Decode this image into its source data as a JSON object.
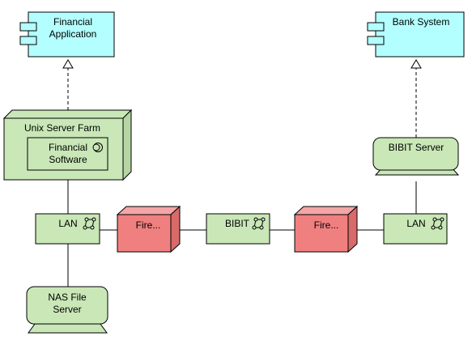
{
  "nodes": {
    "financial_application": {
      "line1": "Financial",
      "line2": "Application"
    },
    "bank_system": {
      "label": "Bank System"
    },
    "unix_server_farm": {
      "label": "Unix Server Farm"
    },
    "financial_software": {
      "line1": "Financial",
      "line2": "Software"
    },
    "bibit_server": {
      "label": "BIBIT Server"
    },
    "lan_left": {
      "label": "LAN"
    },
    "firewall_left": {
      "label": "Fire..."
    },
    "bibit_network": {
      "label": "BIBIT"
    },
    "firewall_right": {
      "label": "Fire..."
    },
    "lan_right": {
      "label": "LAN"
    },
    "nas_file_server": {
      "line1": "NAS File",
      "line2": "Server"
    }
  },
  "colors": {
    "application_fill": "#b3ffff",
    "technology_fill": "#c9e7b7",
    "firewall_fill": "#f08080",
    "firewall_top": "#f4a6a6",
    "firewall_side": "#d86a6a",
    "line": "#000000"
  },
  "icons": [
    "component-icon",
    "system-software-icon",
    "network-icon"
  ]
}
